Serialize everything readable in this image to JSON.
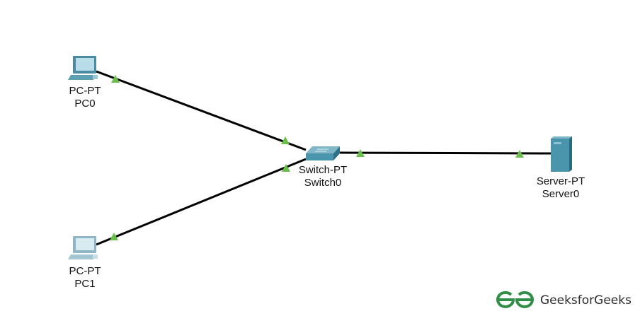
{
  "devices": [
    {
      "id": "pc0",
      "type": "PC-PT",
      "name": "PC0"
    },
    {
      "id": "pc1",
      "type": "PC-PT",
      "name": "PC1"
    },
    {
      "id": "switch0",
      "type": "Switch-PT",
      "name": "Switch0"
    },
    {
      "id": "server0",
      "type": "Server-PT",
      "name": "Server0"
    }
  ],
  "links": [
    {
      "from": "PC0",
      "to": "Switch0",
      "status": "up"
    },
    {
      "from": "PC1",
      "to": "Switch0",
      "status": "up"
    },
    {
      "from": "Switch0",
      "to": "Server0",
      "status": "up"
    }
  ],
  "colors": {
    "link": "#000000",
    "link_up": "#6abf4b",
    "device": "#4a95ab",
    "logo": "#2f8d46"
  },
  "watermark": {
    "text": "GeeksforGeeks"
  }
}
